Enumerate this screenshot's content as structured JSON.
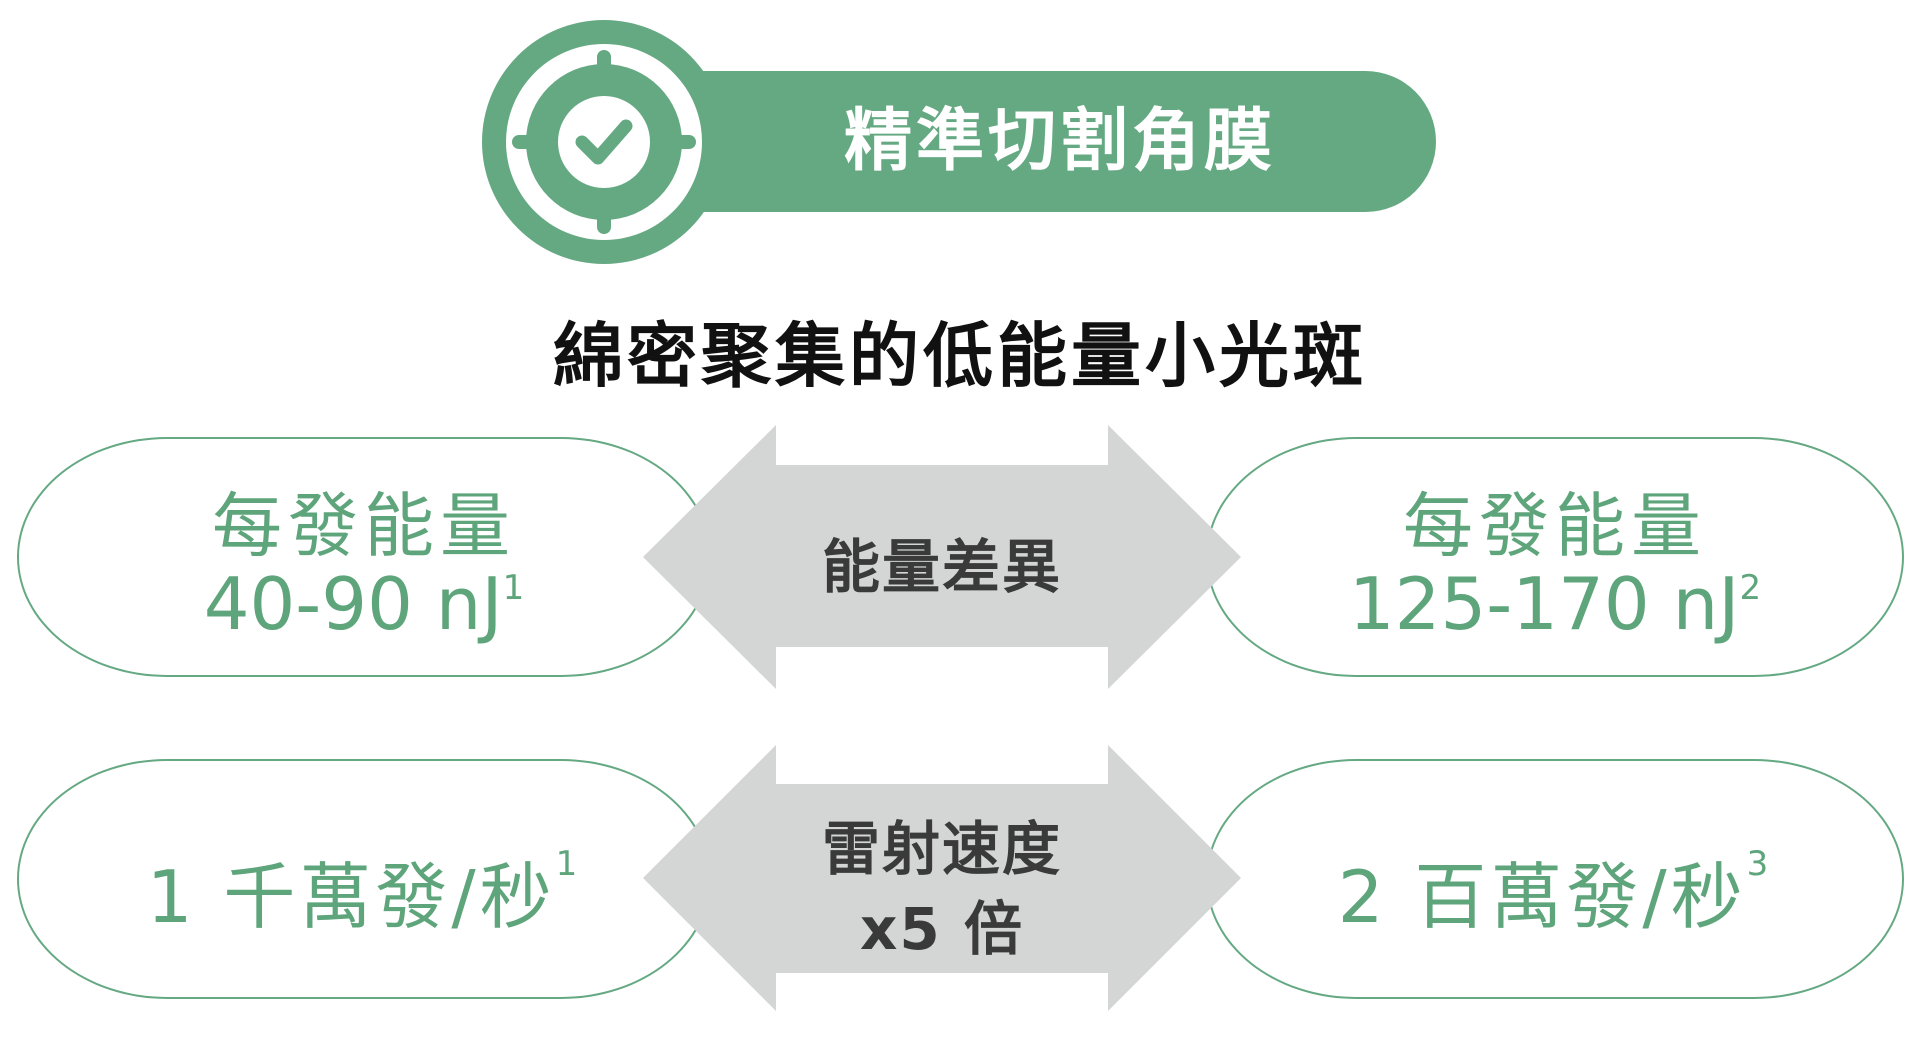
{
  "header": {
    "badge_title": "精準切割角膜",
    "icon": "target-check-icon"
  },
  "subtitle": "綿密聚集的低能量小光斑",
  "rows": [
    {
      "left": {
        "label": "每發能量",
        "value": "40-90 nJ",
        "sup": "1"
      },
      "center": {
        "line1": "能量差異",
        "line2": ""
      },
      "right": {
        "label": "每發能量",
        "value": "125-170 nJ",
        "sup": "2"
      }
    },
    {
      "left": {
        "value": "1 千萬發/秒",
        "sup": "1"
      },
      "center": {
        "line1": "雷射速度",
        "line2": "x5 倍"
      },
      "right": {
        "value": "2 百萬發/秒",
        "sup": "3"
      }
    }
  ],
  "colors": {
    "green": "#65a983",
    "arrow_gray": "#d4d6d6",
    "text_dark": "#3a3a3a"
  }
}
